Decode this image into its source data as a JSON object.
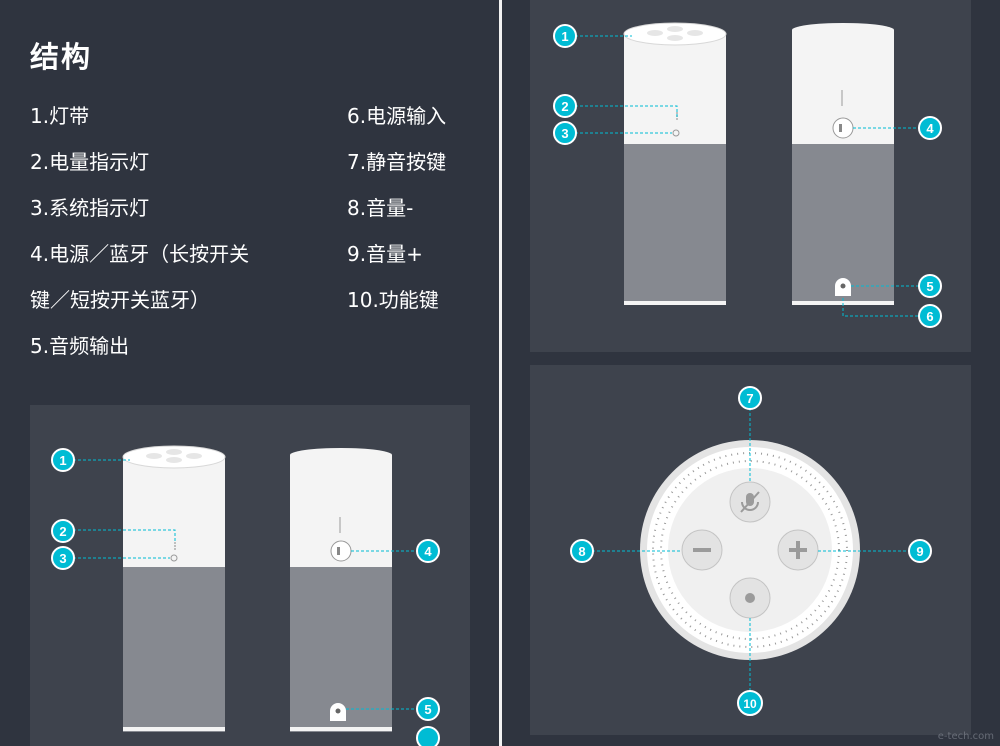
{
  "heading": "结构",
  "parts": [
    {
      "label": "1.灯带"
    },
    {
      "label": "2.电量指示灯"
    },
    {
      "label": "3.系统指示灯"
    },
    {
      "label": "4.电源／蓝牙（长按开关"
    },
    {
      "label": "键／短按开关蓝牙）"
    },
    {
      "label": "5.音频输出"
    },
    {
      "label": "6.电源输入"
    },
    {
      "label": "7.静音按键"
    },
    {
      "label": "8.音量-"
    },
    {
      "label": "9.音量+"
    },
    {
      "label": "10.功能键"
    }
  ],
  "callouts": [
    "1",
    "2",
    "3",
    "4",
    "5",
    "6",
    "7",
    "8",
    "9",
    "10"
  ],
  "watermark": "e-tech.com",
  "colors": {
    "background": "#2f343f",
    "panel": "#3e434d",
    "callout": "#00bcd4",
    "speaker_top": "#f4f4f4",
    "speaker_bottom": "#868990"
  }
}
